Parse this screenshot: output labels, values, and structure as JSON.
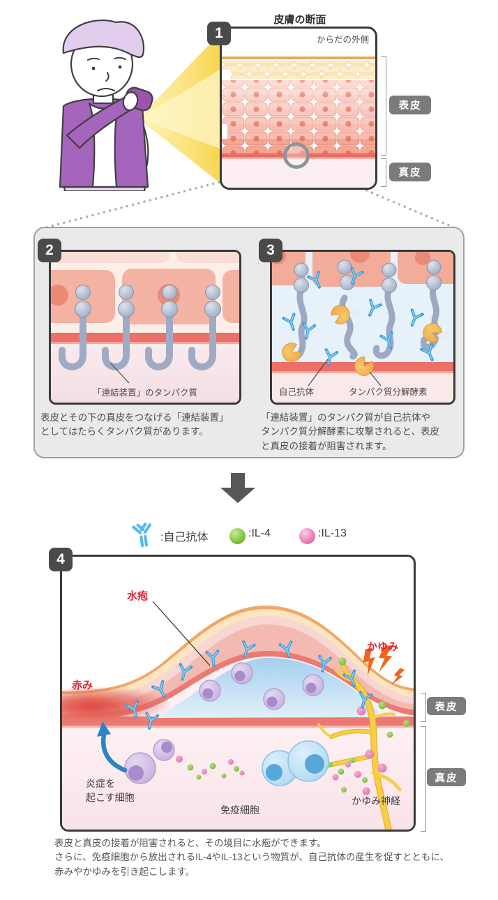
{
  "panel1": {
    "number": "1",
    "title": "皮膚の断面",
    "outside_label": "からだの外側",
    "epidermis": "表皮",
    "dermis": "真皮"
  },
  "panel2": {
    "number": "2",
    "protein_label": "「連結装置」のタンパク質",
    "caption": "表皮とその下の真皮をつなげる「連結装置」\nとしてはたらくタンパク質があります。"
  },
  "panel3": {
    "number": "3",
    "autoantibody_label": "自己抗体",
    "enzyme_label": "タンパク質分解酵素",
    "caption": "「連結装置」のタンパク質が自己抗体や\nタンパク質分解酵素に攻撃されると、表皮\nと真皮の接着が阻害されます。"
  },
  "legend": {
    "antibody": ":自己抗体",
    "il4": ":IL-4",
    "il13": ":IL-13"
  },
  "panel4": {
    "number": "4",
    "blister": "水疱",
    "redness": "赤み",
    "itch": "かゆみ",
    "inflammatory_cells": "炎症を\n起こす細胞",
    "immune_cells": "免疫細胞",
    "itch_nerve": "かゆみ神経",
    "epidermis": "表皮",
    "dermis": "真皮"
  },
  "footer_caption": "表皮と真皮の接着が阻害されると、その境目に水疱ができます。\nさらに、免疫細胞から放出されるIL-4やIL-13という物質が、自己抗体の産生を促すとともに、\n赤みやかゆみを引き起こします。",
  "colors": {
    "accent_red_label": "#e72430",
    "number_badge": "#4a4a4a",
    "layer_badge": "#7b7b7b",
    "antibody_blue": "#58b9ec",
    "il4_green": "#7fc13e",
    "il13_pink": "#e87fb6",
    "enzyme_orange": "#efae4e",
    "link_protein_gray_blue": "#9fabc5",
    "nerve_yellow": "#f6cf45",
    "basement_red": "#ec6f68",
    "beam_yellow": "#f8d44e"
  }
}
